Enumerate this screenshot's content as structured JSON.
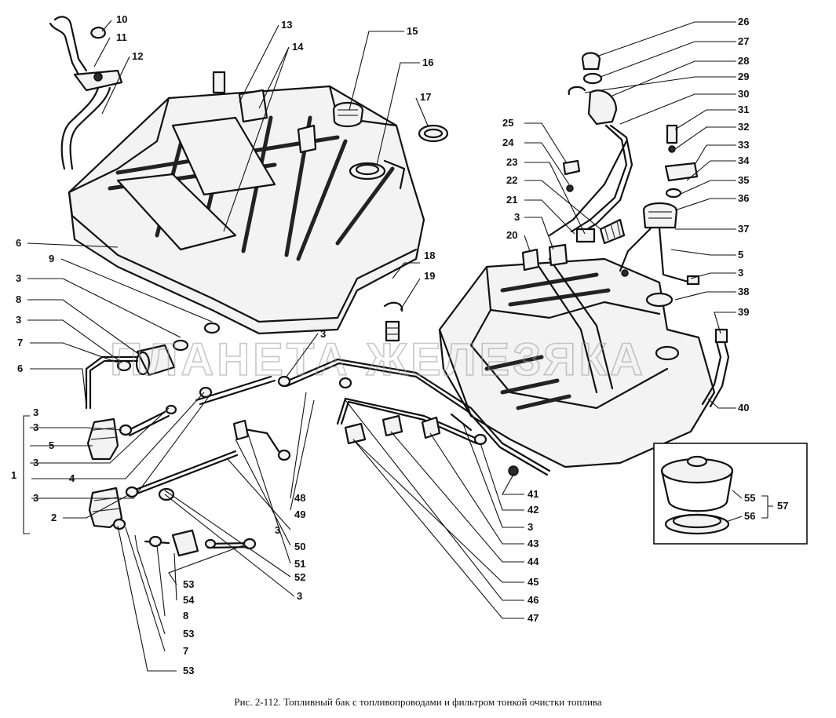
{
  "figure": {
    "caption": "Рис. 2-112. Топливный бак с топливопроводами и фильтром тонкой очистки топлива",
    "watermark": "ПЛАНЕТА ЖЕЛЕЗЯКА"
  },
  "callouts": [
    {
      "id": "c10",
      "text": "10"
    },
    {
      "id": "c11",
      "text": "11"
    },
    {
      "id": "c12",
      "text": "12"
    },
    {
      "id": "c13",
      "text": "13"
    },
    {
      "id": "c14",
      "text": "14"
    },
    {
      "id": "c15",
      "text": "15"
    },
    {
      "id": "c16",
      "text": "16"
    },
    {
      "id": "c17",
      "text": "17"
    },
    {
      "id": "c18",
      "text": "18"
    },
    {
      "id": "c19",
      "text": "19"
    },
    {
      "id": "c6a",
      "text": "6"
    },
    {
      "id": "c9",
      "text": "9"
    },
    {
      "id": "c3a",
      "text": "3"
    },
    {
      "id": "c8a",
      "text": "8"
    },
    {
      "id": "c3b",
      "text": "3"
    },
    {
      "id": "c7a",
      "text": "7"
    },
    {
      "id": "c6b",
      "text": "6"
    },
    {
      "id": "c3c",
      "text": "3"
    },
    {
      "id": "c3d",
      "text": "3"
    },
    {
      "id": "c5a",
      "text": "5"
    },
    {
      "id": "c1",
      "text": "1"
    },
    {
      "id": "c3e",
      "text": "3"
    },
    {
      "id": "c4",
      "text": "4"
    },
    {
      "id": "c3f",
      "text": "3"
    },
    {
      "id": "c2",
      "text": "2"
    },
    {
      "id": "c3g",
      "text": "3"
    },
    {
      "id": "c48",
      "text": "48"
    },
    {
      "id": "c49",
      "text": "49"
    },
    {
      "id": "c3h",
      "text": "3"
    },
    {
      "id": "c50",
      "text": "50"
    },
    {
      "id": "c51",
      "text": "51"
    },
    {
      "id": "c52",
      "text": "52"
    },
    {
      "id": "c3i",
      "text": "3"
    },
    {
      "id": "c53a",
      "text": "53"
    },
    {
      "id": "c54",
      "text": "54"
    },
    {
      "id": "c8b",
      "text": "8"
    },
    {
      "id": "c53b",
      "text": "53"
    },
    {
      "id": "c7b",
      "text": "7"
    },
    {
      "id": "c53c",
      "text": "53"
    },
    {
      "id": "c26",
      "text": "26"
    },
    {
      "id": "c27",
      "text": "27"
    },
    {
      "id": "c28",
      "text": "28"
    },
    {
      "id": "c29",
      "text": "29"
    },
    {
      "id": "c30",
      "text": "30"
    },
    {
      "id": "c31",
      "text": "31"
    },
    {
      "id": "c32",
      "text": "32"
    },
    {
      "id": "c33",
      "text": "33"
    },
    {
      "id": "c34",
      "text": "34"
    },
    {
      "id": "c35",
      "text": "35"
    },
    {
      "id": "c36",
      "text": "36"
    },
    {
      "id": "c37",
      "text": "37"
    },
    {
      "id": "c5b",
      "text": "5"
    },
    {
      "id": "c3j",
      "text": "3"
    },
    {
      "id": "c38",
      "text": "38"
    },
    {
      "id": "c39",
      "text": "39"
    },
    {
      "id": "c40",
      "text": "40"
    },
    {
      "id": "c25",
      "text": "25"
    },
    {
      "id": "c24",
      "text": "24"
    },
    {
      "id": "c23",
      "text": "23"
    },
    {
      "id": "c22",
      "text": "22"
    },
    {
      "id": "c21",
      "text": "21"
    },
    {
      "id": "c3k",
      "text": "3"
    },
    {
      "id": "c20",
      "text": "20"
    },
    {
      "id": "c41",
      "text": "41"
    },
    {
      "id": "c42",
      "text": "42"
    },
    {
      "id": "c3l",
      "text": "3"
    },
    {
      "id": "c43",
      "text": "43"
    },
    {
      "id": "c44",
      "text": "44"
    },
    {
      "id": "c45",
      "text": "45"
    },
    {
      "id": "c46",
      "text": "46"
    },
    {
      "id": "c47",
      "text": "47"
    },
    {
      "id": "c55",
      "text": "55"
    },
    {
      "id": "c56",
      "text": "56"
    },
    {
      "id": "c57",
      "text": "57"
    }
  ]
}
